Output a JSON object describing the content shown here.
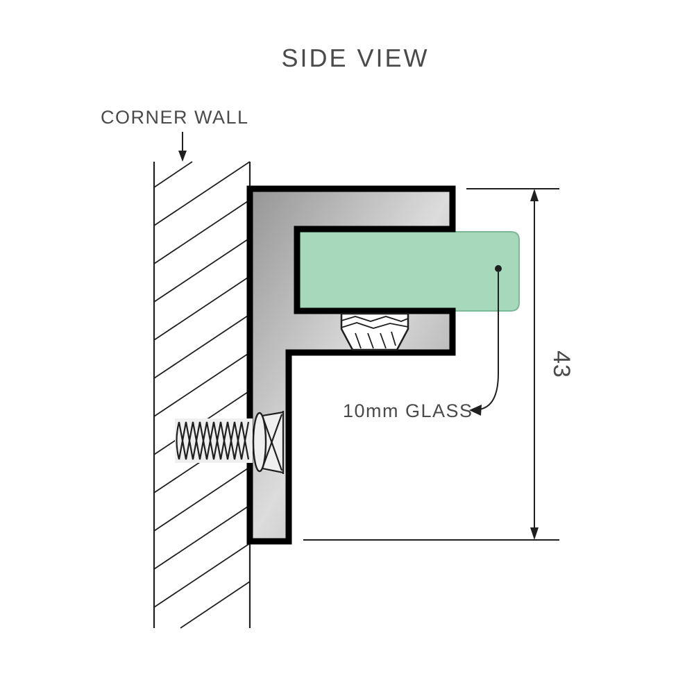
{
  "title": "SIDE VIEW",
  "labels": {
    "wall": "CORNER WALL",
    "glass": "10mm GLASS",
    "dimension": "43"
  },
  "colors": {
    "glass_fill": "#a6d9bc",
    "glass_edge": "#7cb797",
    "metal_light": "#dcdcdc",
    "metal_dark": "#959595",
    "outline": "#000000",
    "text": "#4a4a4a",
    "line": "#1f1f1f"
  }
}
